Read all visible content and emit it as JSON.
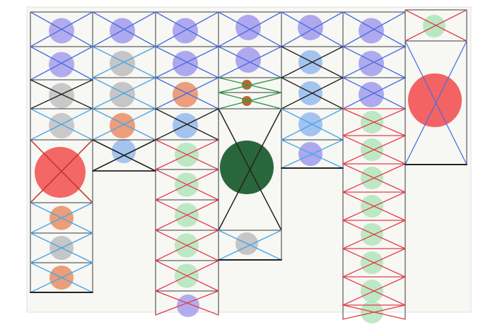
{
  "artwork": {
    "colors": {
      "paper": "#f7f7f4",
      "grid": "#3a3a3a",
      "purple": "#9b93ec",
      "grey": "#b9b9bb",
      "orange": "#e7875a",
      "blue": "#8fb6ee",
      "green": "#a8e3b4",
      "red": "#f24e4e",
      "dark_green": "#1f5e31",
      "brown": "#b4561e",
      "line_blue": "#4d6ee0",
      "line_lightblue": "#4aa6e6",
      "line_black": "#222222",
      "line_red": "#e23c4a",
      "line_green": "#2f9a4b"
    },
    "columns": [
      {
        "id": "col-1",
        "cells": [
          "purple",
          "purple",
          "grey",
          "grey",
          "red-large",
          "orange",
          "grey",
          "orange"
        ]
      },
      {
        "id": "col-2",
        "cells": [
          "purple",
          "grey",
          "grey",
          "orange",
          "blue"
        ]
      },
      {
        "id": "col-3",
        "cells": [
          "purple",
          "purple",
          "orange",
          "blue",
          "green",
          "green",
          "green",
          "green",
          "green",
          "purple"
        ]
      },
      {
        "id": "col-4",
        "cells": [
          "purple",
          "purple",
          "brown-small",
          "brown-small",
          "dark-green-large",
          "grey"
        ]
      },
      {
        "id": "col-5",
        "cells": [
          "purple",
          "blue",
          "blue",
          "blue",
          "purple"
        ]
      },
      {
        "id": "col-6",
        "cells": [
          "purple",
          "purple",
          "purple",
          "green",
          "green",
          "green",
          "green",
          "green",
          "green",
          "green",
          "green"
        ]
      },
      {
        "id": "col-7",
        "cells": [
          "green",
          "red-large"
        ]
      }
    ]
  }
}
